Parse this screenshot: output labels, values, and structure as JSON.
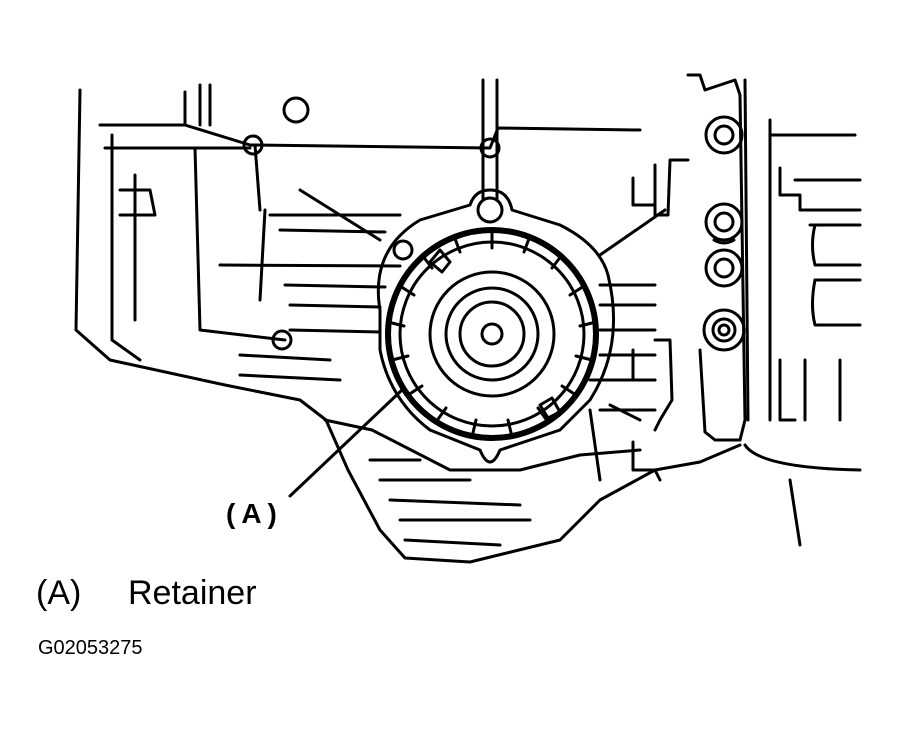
{
  "callout": {
    "label": "(A)"
  },
  "legend": {
    "items": [
      {
        "key": "(A)",
        "text": "Retainer"
      }
    ]
  },
  "figure_id": "G02053275",
  "colors": {
    "line": "#000000",
    "background": "#ffffff"
  }
}
